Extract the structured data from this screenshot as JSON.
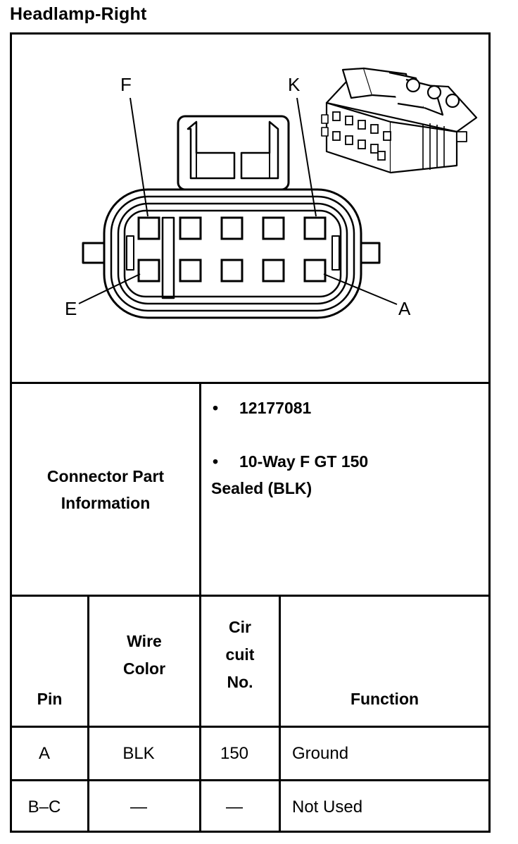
{
  "title": "Headlamp-Right",
  "connector_view": {
    "pin_labels": {
      "top_left": "F",
      "top_right": "K",
      "bottom_left": "E",
      "bottom_right": "A"
    }
  },
  "part_info": {
    "label_line1": "Connector Part",
    "label_line2": "Information",
    "bullet_glyph": "•",
    "item1": "12177081",
    "item2_line1": "10-Way F GT 150",
    "item2_line2": "Sealed (BLK)"
  },
  "table": {
    "headers": {
      "pin": "Pin",
      "wire_line1": "Wire",
      "wire_line2": "Color",
      "circuit_line1": "Cir",
      "circuit_line2": "cuit",
      "circuit_line3": "No.",
      "function": "Function"
    },
    "rows": [
      {
        "pin": "A",
        "wire_color": "BLK",
        "circuit": "150",
        "function": "Ground"
      },
      {
        "pin": "B–C",
        "wire_color": "—",
        "circuit": "—",
        "function": "Not Used"
      }
    ]
  }
}
